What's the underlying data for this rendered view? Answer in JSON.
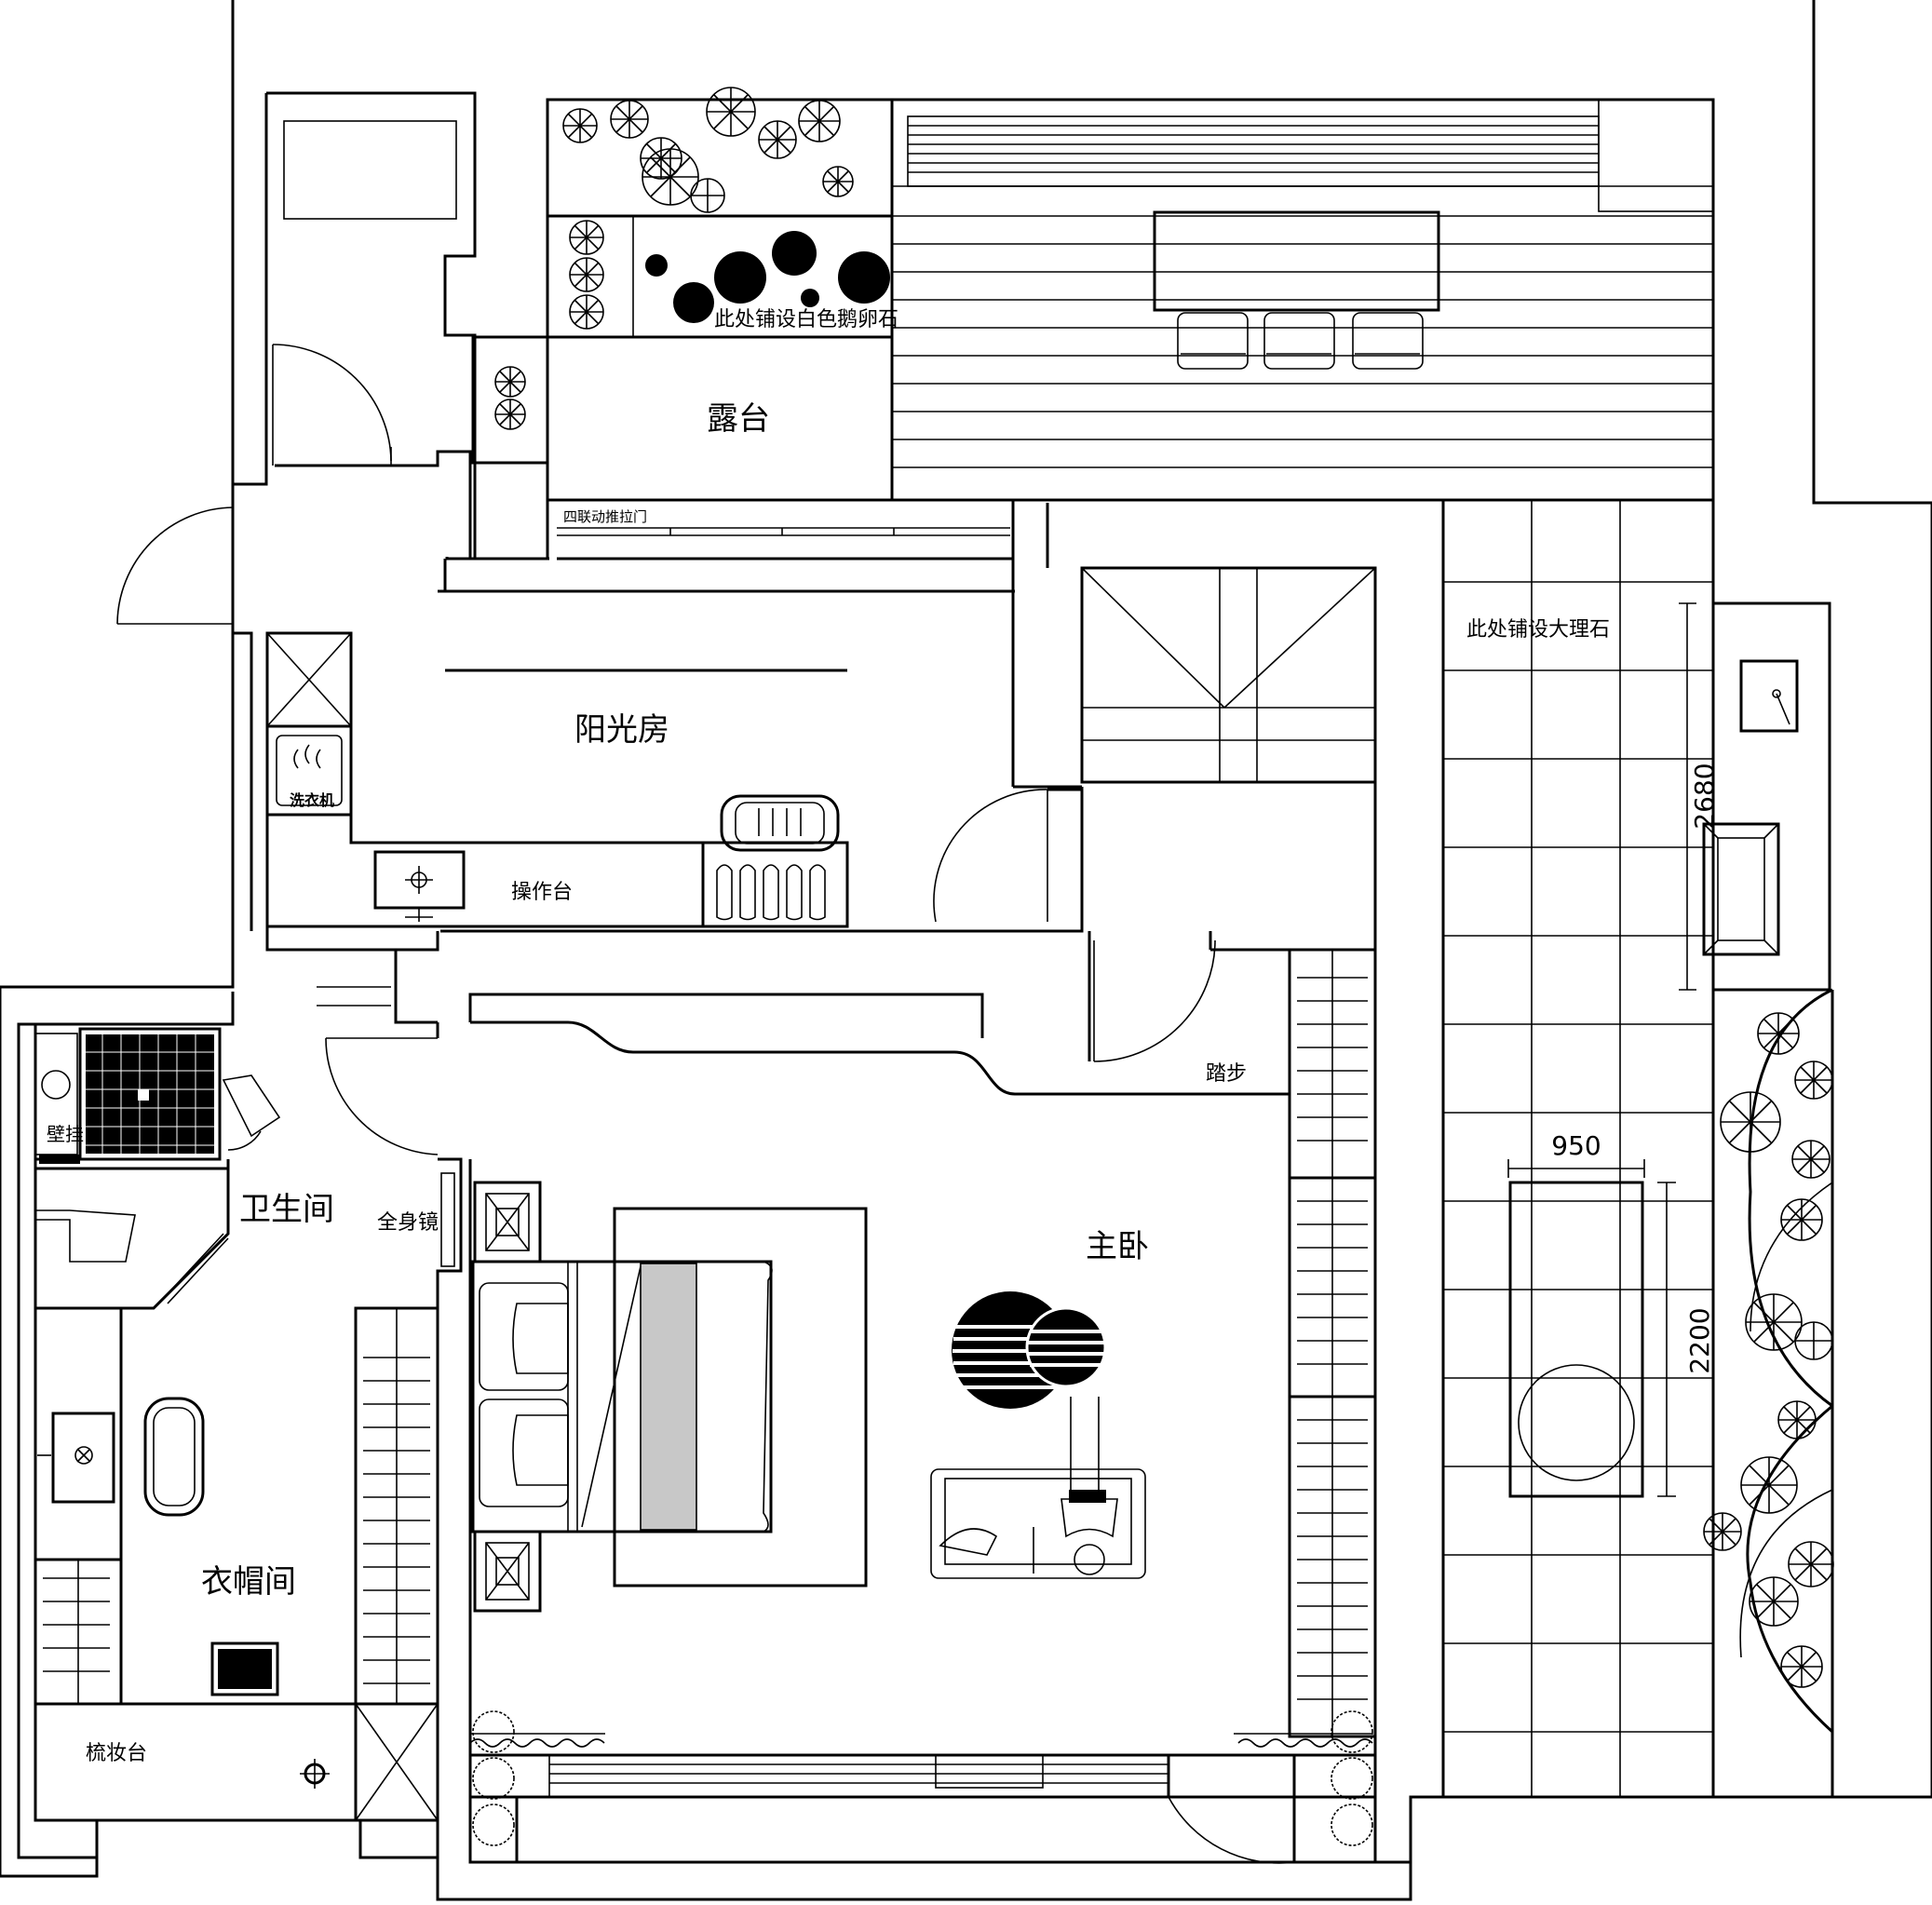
{
  "labels": {
    "terrace": "露台",
    "pebble_note": "此处铺设白色鹅卵石",
    "folding_door": "四联动推拉门",
    "sunroom": "阳光房",
    "counter": "操作台",
    "marble_note": "此处铺设大理石",
    "step": "踏步",
    "master_bedroom": "主卧",
    "bathroom": "卫生间",
    "mirror": "全身镜",
    "cloakroom": "衣帽间",
    "dresser": "梳妆台",
    "washer": "洗衣机",
    "wall_hang": "壁挂"
  },
  "dimensions": {
    "d2680": "2680",
    "d950": "950",
    "d2200": "2200"
  },
  "colors": {
    "line": "#000000",
    "background": "#ffffff"
  }
}
